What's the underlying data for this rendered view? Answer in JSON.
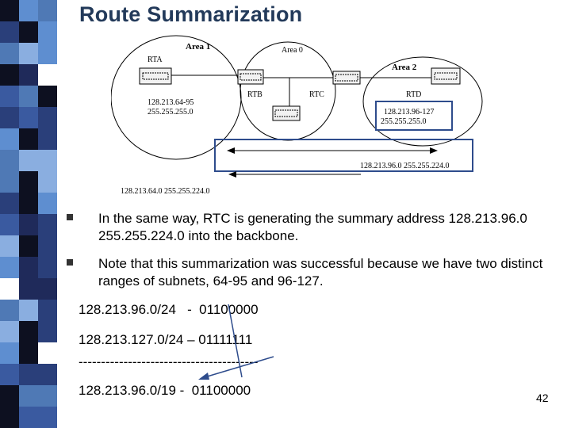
{
  "slide": {
    "title": "Route Summarization",
    "page_number": "42"
  },
  "diagram": {
    "area1_label": "Area 1",
    "area0_label": "Area 0",
    "area2_label": "Area 2",
    "routers": {
      "rta": "RTA",
      "rtb": "RTB",
      "rtc": "RTC",
      "rtd": "RTD"
    },
    "area1_subnet_range": "128.213.64-95",
    "area1_mask": "255.255.255.0",
    "area2_subnet_range": "128.213.96-127",
    "area2_mask": "255.255.255.0",
    "summary_area2": "128.213.96.0 255.255.224.0",
    "summary_area1": "128.213.64.0 255.255.224.0"
  },
  "bullets": [
    "In the same way, RTC is generating the summary address 128.213.96.0 255.255.224.0 into the backbone.",
    "Note that this summarization was successful because we have two distinct ranges of subnets, 64-95 and 96-127."
  ],
  "binary_lines": [
    "128.213.96.0/24   -  01100000",
    "128.213.127.0/24 – 01111111",
    "----------------------------------------",
    "128.213.96.0/19 -  01100000"
  ],
  "colors": {
    "title": "#233a5a",
    "highlight_box": "#2e4c8c",
    "arrow": "#2e4c8c"
  }
}
